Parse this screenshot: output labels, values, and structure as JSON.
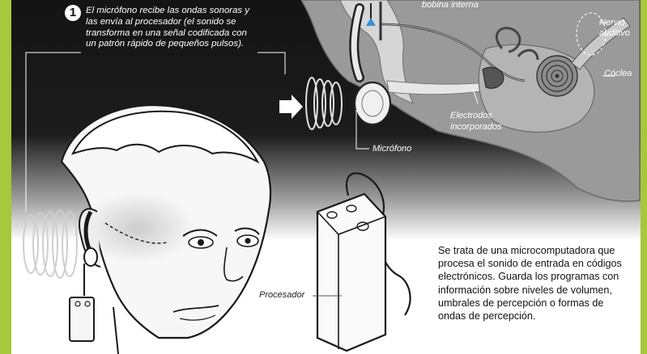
{
  "step": {
    "number": "1",
    "text": "El micrófono recibe las ondas sonoras y las envía al procesador (el sonido se transforma en una señal codificada con un patrón rápido de pequeños pulsos)."
  },
  "labels": {
    "bobina_interna": "bobina interna",
    "nervio_auditivo": "Nervio auditivo",
    "coclea": "Cóclea",
    "electrodos": "Electrodos incorporados",
    "microfono": "Micrófono",
    "procesador": "Procesador"
  },
  "description": "Se trata de una microcomputadora que procesa el sonido de entrada en códigos electrónicos. Guarda los programas con información sobre niveles de volumen, umbrales de percepción o formas de ondas de percepción.",
  "colors": {
    "border": "#a6c83a",
    "background_dark": "#141414",
    "background_light": "#ffffff",
    "ear_tissue": "#9a9a9a",
    "label_text": "#ffffff"
  }
}
